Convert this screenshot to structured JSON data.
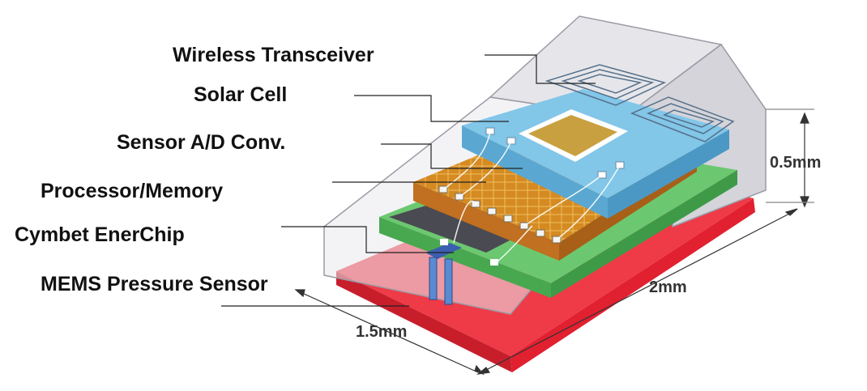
{
  "diagram": {
    "layers": [
      {
        "id": "wireless",
        "label": "Wireless Transceiver"
      },
      {
        "id": "solar",
        "label": "Solar Cell"
      },
      {
        "id": "sensor",
        "label": "Sensor A/D Conv."
      },
      {
        "id": "processor",
        "label": "Processor/Memory"
      },
      {
        "id": "enerchip",
        "label": "Cymbet EnerChip"
      },
      {
        "id": "mems",
        "label": "MEMS Pressure Sensor"
      }
    ],
    "dimensions": {
      "height": "0.5mm",
      "length": "2mm",
      "width": "1.5mm"
    },
    "colors": {
      "base": "#e8303c",
      "enerchip": "#6cc870",
      "processor": "#e09a30",
      "solar": "#7ec2e6",
      "casing": "#d9d9de"
    }
  }
}
